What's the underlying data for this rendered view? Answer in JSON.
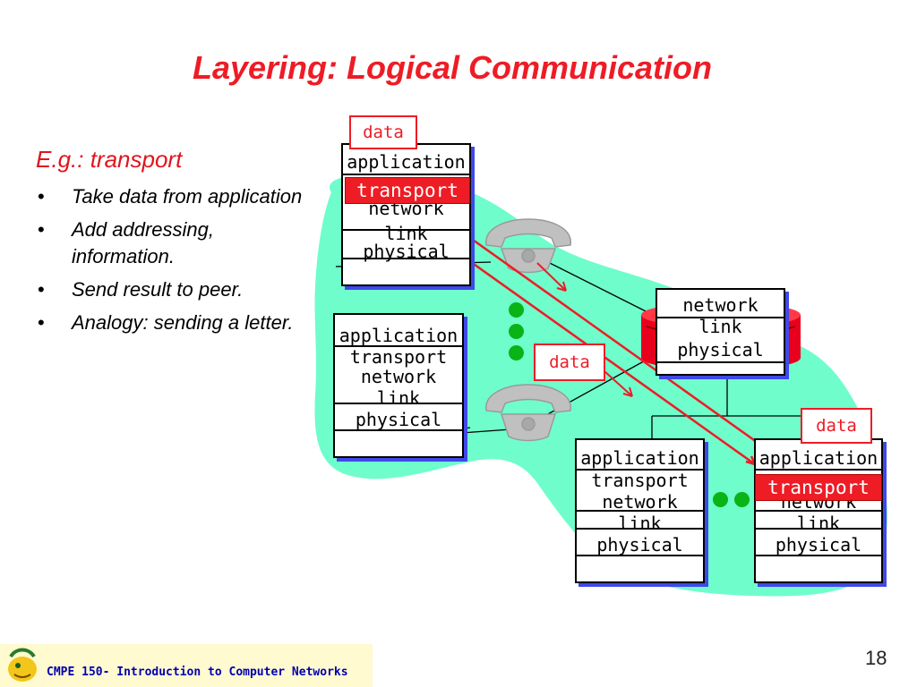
{
  "slide": {
    "title": "Layering: Logical Communication",
    "subheading": "E.g.: transport",
    "bullets": [
      "Take data from application",
      "Add addressing, information.",
      "Send result to peer.",
      "Analogy: sending a letter."
    ],
    "footer": "CMPE 150- Introduction to Computer Networks",
    "page_number": "18"
  },
  "diagram": {
    "stacks": {
      "s1": [
        "application",
        "network",
        "link",
        "physical"
      ],
      "s2": [
        "application",
        "transport",
        "network",
        "link",
        "physical"
      ],
      "router": [
        "network",
        "link",
        "physical"
      ],
      "s3": [
        "application",
        "transport",
        "network",
        "link",
        "physical"
      ],
      "s4": [
        "application",
        "network",
        "link",
        "physical"
      ]
    },
    "labels": {
      "data_top": "data",
      "transport_top": "transport",
      "data_middle": "data",
      "data_right": "data",
      "transport_right": "transport"
    },
    "colors": {
      "cloud": "#6ffdcc",
      "accent_red": "#ee1c25",
      "shadow_blue": "#3f49e8",
      "router": "#e8001c",
      "dots": "#0ab316"
    }
  }
}
